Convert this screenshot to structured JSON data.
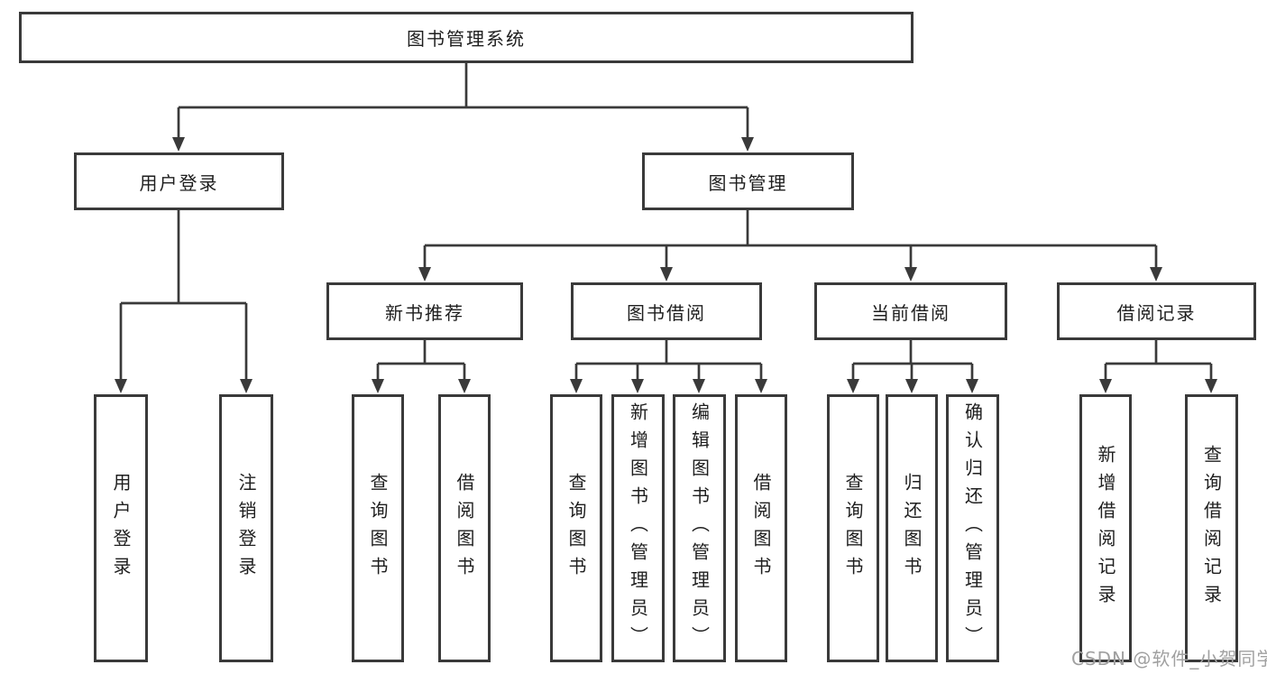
{
  "title": "图书管理系统",
  "watermark": "CSDN @软件_小贺同学",
  "colors": {
    "line": "#3a3a3a",
    "box_border": "#3a3a3a",
    "box_background": "#ffffff",
    "text": "#1e1e1e",
    "background": "#ffffff",
    "watermark": "#a0a0a0"
  },
  "tree": {
    "label": "图书管理系统",
    "children": [
      {
        "label": "用户登录",
        "children": [
          {
            "label": "用户登录"
          },
          {
            "label": "注销登录"
          }
        ]
      },
      {
        "label": "图书管理",
        "children": [
          {
            "label": "新书推荐",
            "children": [
              {
                "label": "查询图书"
              },
              {
                "label": "借阅图书"
              }
            ]
          },
          {
            "label": "图书借阅",
            "children": [
              {
                "label": "查询图书"
              },
              {
                "label": "新增图书（管理员）"
              },
              {
                "label": "编辑图书（管理员）"
              },
              {
                "label": "借阅图书"
              }
            ]
          },
          {
            "label": "当前借阅",
            "children": [
              {
                "label": "查询图书"
              },
              {
                "label": "归还图书"
              },
              {
                "label": "确认归还（管理员）"
              }
            ]
          },
          {
            "label": "借阅记录",
            "children": [
              {
                "label": "新增借阅记录"
              },
              {
                "label": "查询借阅记录"
              }
            ]
          }
        ]
      }
    ]
  }
}
